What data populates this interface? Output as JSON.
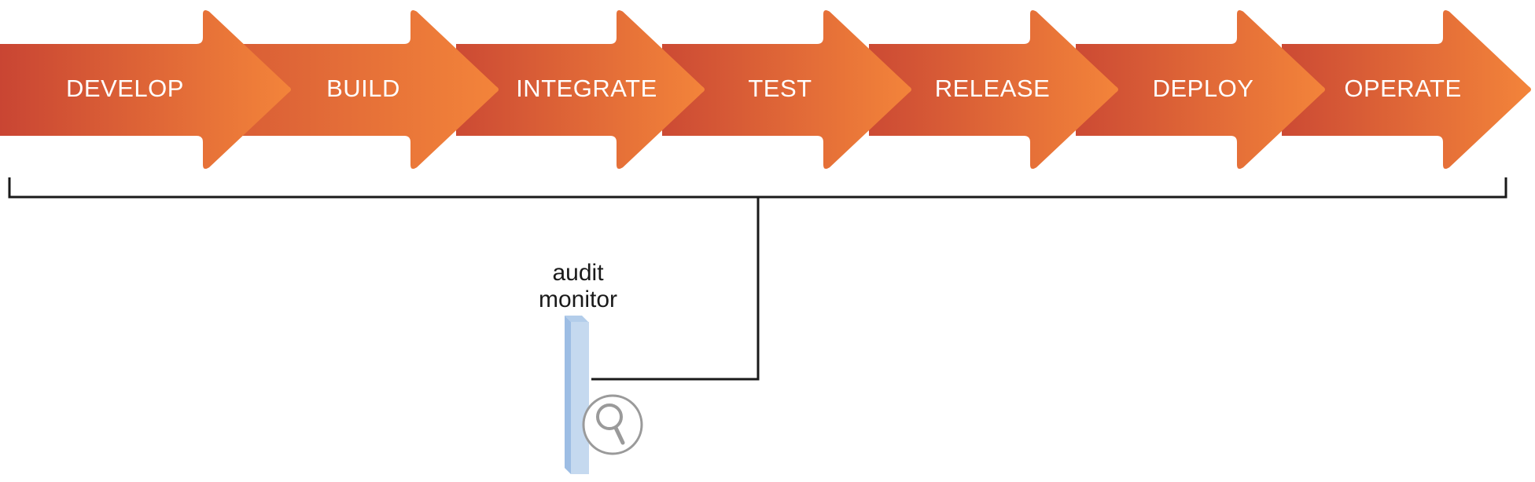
{
  "pipeline": {
    "stages": [
      {
        "label": "DEVELOP"
      },
      {
        "label": "BUILD"
      },
      {
        "label": "INTEGRATE"
      },
      {
        "label": "TEST"
      },
      {
        "label": "RELEASE"
      },
      {
        "label": "DEPLOY"
      },
      {
        "label": "OPERATE"
      }
    ],
    "colors": {
      "arrow_start": "#cc4a34",
      "arrow_end": "#f3843a",
      "label": "#ffffff",
      "bracket": "#1a1a1a"
    }
  },
  "monitor": {
    "label_line1": "audit",
    "label_line2": "monitor",
    "icon": "magnifier-icon",
    "colors": {
      "pillar_front": "#c5d9ef",
      "pillar_side": "#9dbde4",
      "icon_stroke": "#9a9a9a"
    }
  }
}
